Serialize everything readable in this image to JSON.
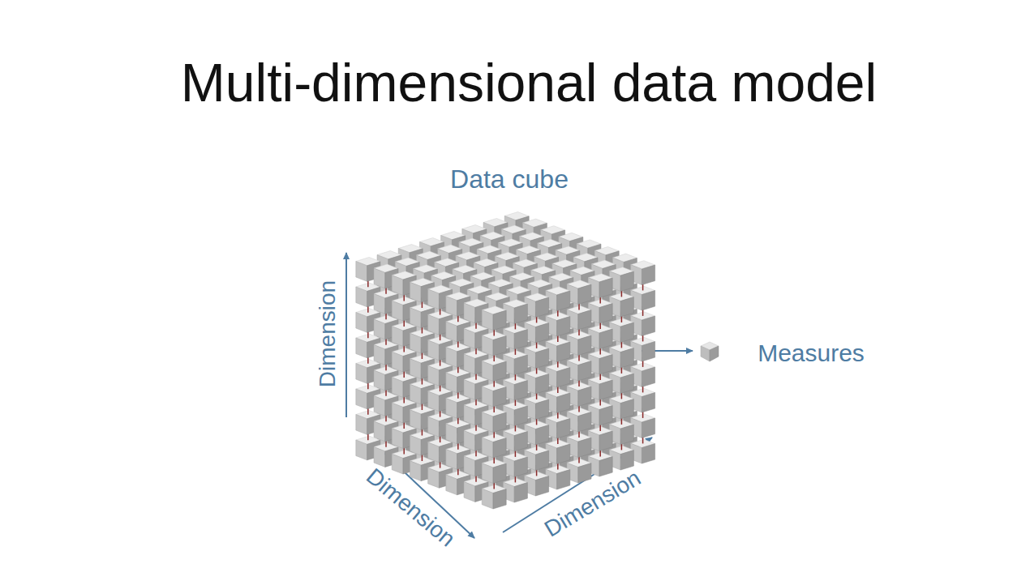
{
  "diagram": {
    "title": "Multi-dimensional data model",
    "labels": [
      "Data cube",
      "Dimension",
      "Dimension",
      "Dimension",
      "Measures"
    ]
  }
}
